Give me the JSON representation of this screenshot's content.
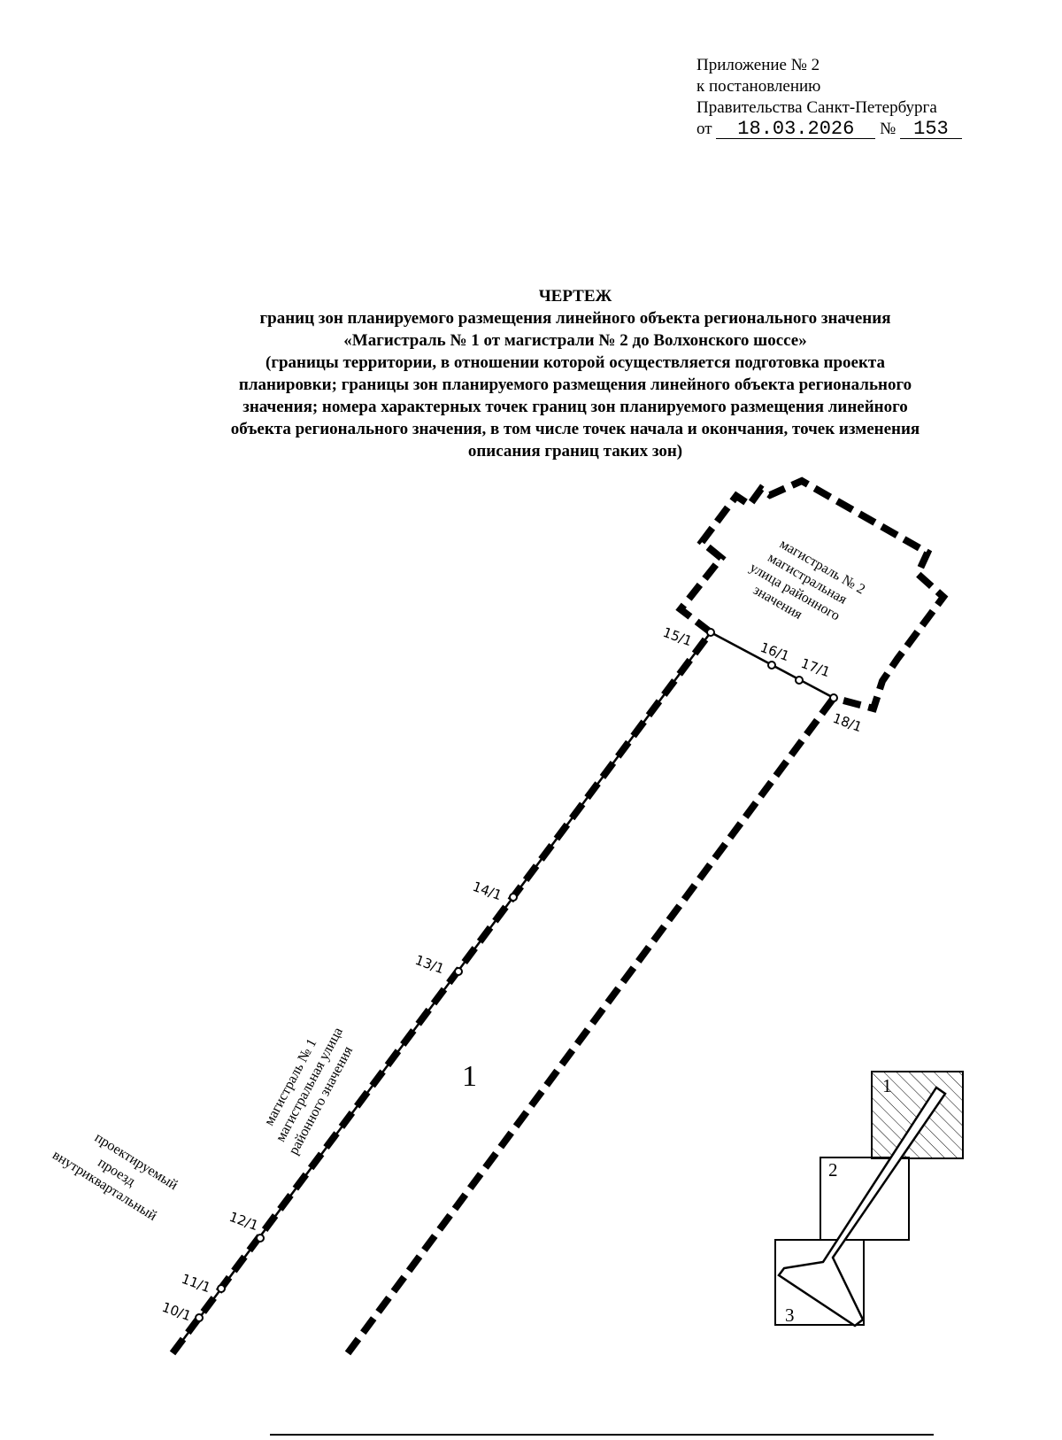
{
  "header": {
    "line1": "Приложение № 2",
    "line2": "к постановлению",
    "line3": "Правительства Санкт-Петербурга",
    "date_prefix": "от",
    "date": "18.03.2026",
    "number_prefix": "№",
    "number": "153"
  },
  "title": {
    "heading": "ЧЕРТЕЖ",
    "lines": [
      "границ зон планируемого размещения линейного объекта регионального значения",
      "«Магистраль № 1 от магистрали № 2 до Волхонского шоссе»",
      "(границы территории, в отношении которой осуществляется подготовка проекта",
      "планировки; границы зон планируемого размещения линейного объекта регионального",
      "значения; номера характерных точек границ зон планируемого размещения линейного",
      "объекта регионального значения, в том числе точек начала и окончания, точек изменения",
      "описания границ таких зон)"
    ]
  },
  "drawing": {
    "zone_number": "1",
    "points": [
      "10/1",
      "11/1",
      "12/1",
      "13/1",
      "14/1",
      "15/1",
      "16/1",
      "17/1",
      "18/1"
    ],
    "street_magistral_2": [
      "магистраль № 2",
      "магистральная",
      "улица районного",
      "значения"
    ],
    "street_magistral_1": [
      "магистраль № 1",
      "магистральная улица",
      "районного значения"
    ],
    "street_proezd": [
      "проектируемый",
      "проезд",
      "внутриквартальный"
    ],
    "key_map": [
      "1",
      "2",
      "3"
    ]
  }
}
